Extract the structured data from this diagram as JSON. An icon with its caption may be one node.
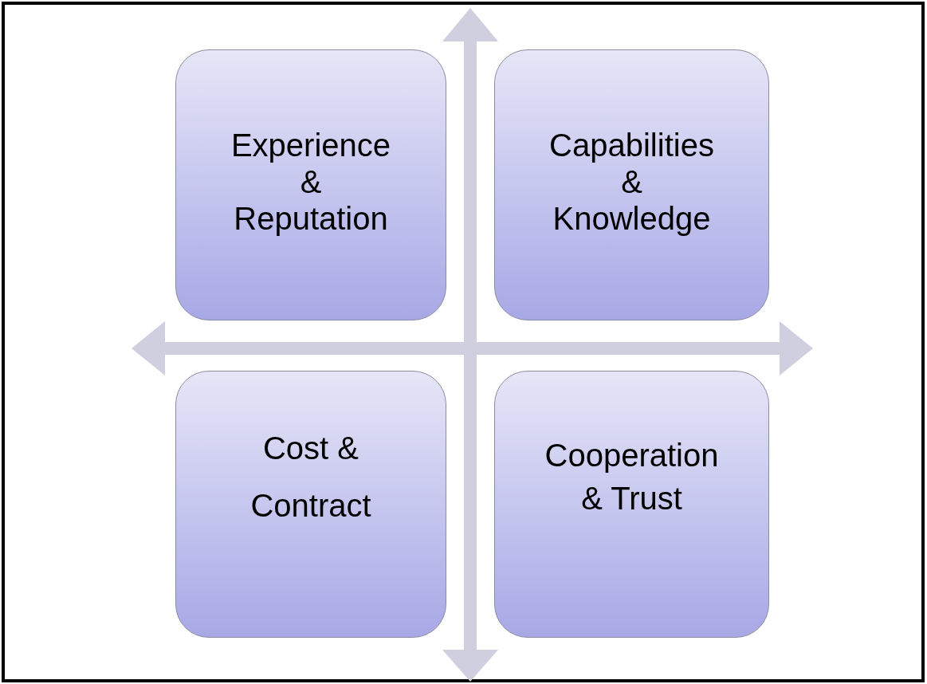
{
  "diagram": {
    "nodes": [
      {
        "text": [
          "Experience & Reputation"
        ]
      },
      {
        "text": [
          "Capabilities & Knowledge"
        ]
      },
      {
        "text": [
          "Cost & Contract"
        ]
      },
      {
        "text": [
          "Cooperation & Trust"
        ]
      }
    ]
  }
}
